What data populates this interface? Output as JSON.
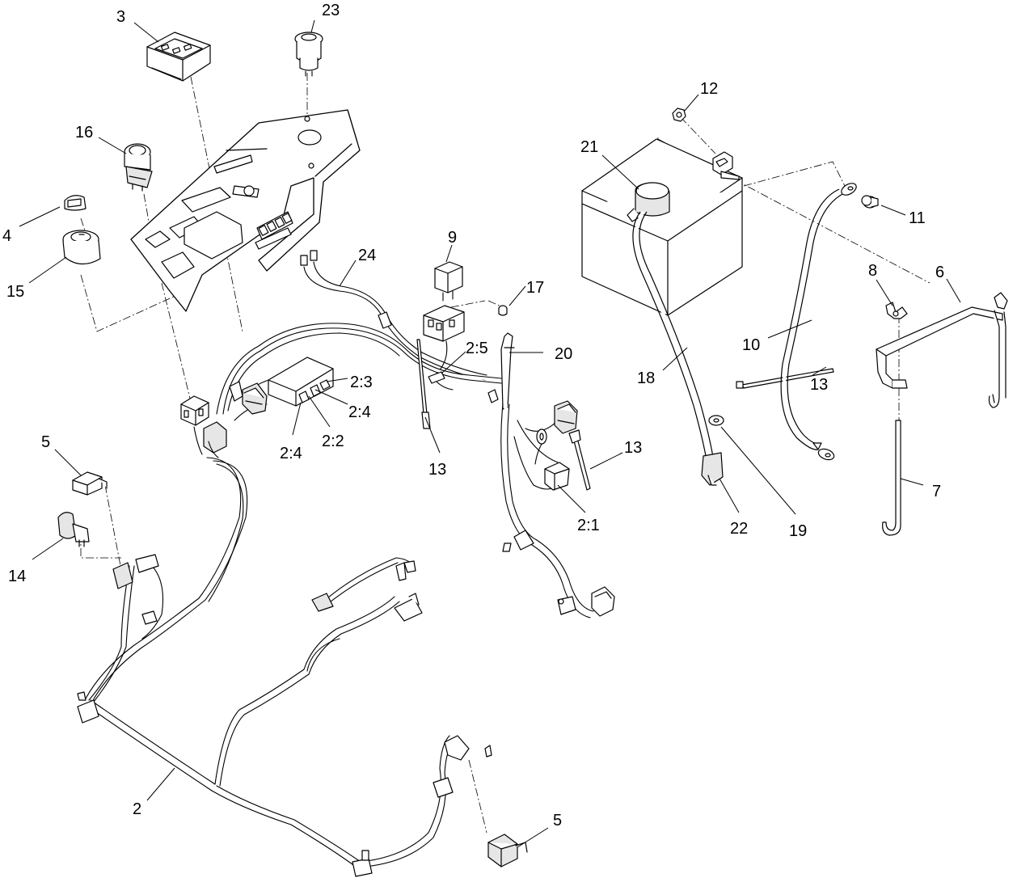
{
  "callouts": {
    "c2": "2",
    "c2_1": "2:1",
    "c2_2": "2:2",
    "c2_3": "2:3",
    "c2_4a": "2:4",
    "c2_4b": "2:4",
    "c2_5": "2:5",
    "c3": "3",
    "c4": "4",
    "c5a": "5",
    "c5b": "5",
    "c6": "6",
    "c7": "7",
    "c8": "8",
    "c9": "9",
    "c10": "10",
    "c11": "11",
    "c12": "12",
    "c13a": "13",
    "c13b": "13",
    "c13c": "13",
    "c14": "14",
    "c15": "15",
    "c16": "16",
    "c17": "17",
    "c18": "18",
    "c19": "19",
    "c20": "20",
    "c21": "21",
    "c22": "22",
    "c23": "23",
    "c24": "24"
  }
}
